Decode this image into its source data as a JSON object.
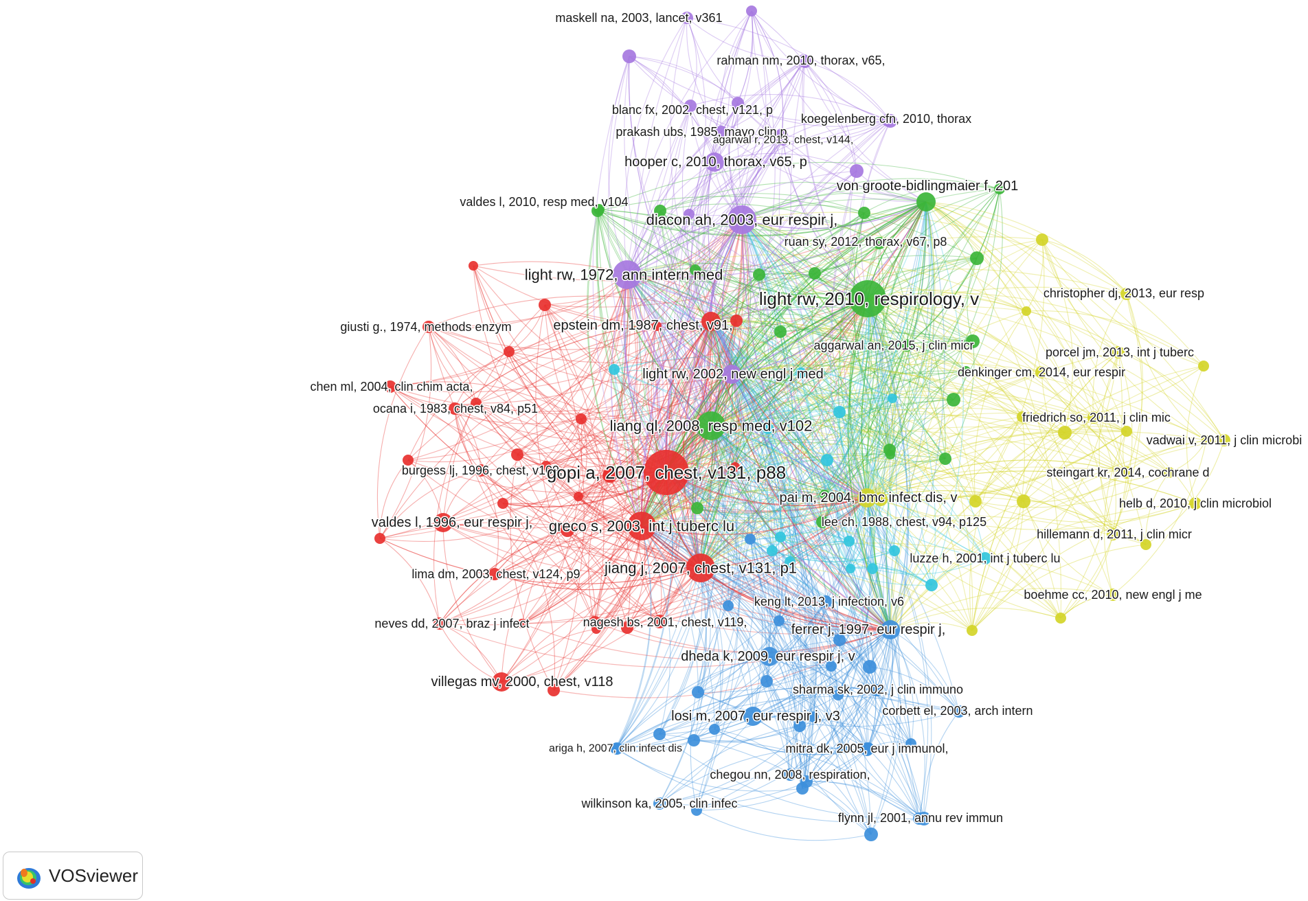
{
  "brand": {
    "name": "VOSviewer",
    "logo_icon": "vosviewer-heatmap-logo-icon"
  },
  "clusters": {
    "red": "#e8312f",
    "green": "#3cb539",
    "blue": "#3d8fdb",
    "yellow": "#d4d529",
    "purple": "#a678e0",
    "cyan": "#33c5dd"
  },
  "nodes": [
    {
      "id": "maskell",
      "label": "maskell na, 2003, lancet, v361",
      "cluster": "purple",
      "weight": 2
    },
    {
      "id": "rahman",
      "label": "rahman nm, 2010, thorax, v65,",
      "cluster": "purple",
      "weight": 2
    },
    {
      "id": "blanc",
      "label": "blanc fx, 2002, chest, v121, p",
      "cluster": "purple",
      "weight": 2
    },
    {
      "id": "koegelenberg",
      "label": "koegelenberg cfn, 2010, thorax",
      "cluster": "purple",
      "weight": 2
    },
    {
      "id": "prakash",
      "label": "prakash ubs, 1985, mayo clin p",
      "cluster": "purple",
      "weight": 2
    },
    {
      "id": "agarwal",
      "label": "agarwal r, 2013, chest, v144,",
      "cluster": "purple",
      "weight": 1
    },
    {
      "id": "hooper",
      "label": "hooper c, 2010, thorax, v65, p",
      "cluster": "purple",
      "weight": 3
    },
    {
      "id": "diacon",
      "label": "diacon ah, 2003, eur respir j,",
      "cluster": "purple",
      "weight": 5
    },
    {
      "id": "lightrw1972",
      "label": "light rw, 1972, ann intern med",
      "cluster": "purple",
      "weight": 5
    },
    {
      "id": "lightrw2002",
      "label": "light rw, 2002, new engl j med",
      "cluster": "purple",
      "weight": 3
    },
    {
      "id": "vongroote",
      "label": "von groote-bidlingmaier f, 201",
      "cluster": "green",
      "weight": 3
    },
    {
      "id": "ruan",
      "label": "ruan sy, 2012, thorax, v67, p8",
      "cluster": "green",
      "weight": 2
    },
    {
      "id": "lightrw2010",
      "label": "light rw, 2010, respirology, v",
      "cluster": "green",
      "weight": 6
    },
    {
      "id": "aggarwal",
      "label": "aggarwal an, 2015, j clin micr",
      "cluster": "green",
      "weight": 2
    },
    {
      "id": "liangql",
      "label": "liang ql, 2008, resp med, v102",
      "cluster": "green",
      "weight": 5
    },
    {
      "id": "valdes2010",
      "label": "valdes l, 2010, resp med, v104",
      "cluster": "green",
      "weight": 2
    },
    {
      "id": "leech",
      "label": "lee ch, 1988, chest, v94, p125",
      "cluster": "green",
      "weight": 2
    },
    {
      "id": "giusti",
      "label": "giusti g., 1974, methods enzym",
      "cluster": "red",
      "weight": 2
    },
    {
      "id": "epstein",
      "label": "epstein dm, 1987, chest, v91,",
      "cluster": "red",
      "weight": 3
    },
    {
      "id": "chenml",
      "label": "chen ml, 2004, clin chim acta,",
      "cluster": "red",
      "weight": 2
    },
    {
      "id": "ocana",
      "label": "ocana i, 1983, chest, v84, p51",
      "cluster": "red",
      "weight": 2
    },
    {
      "id": "burgess",
      "label": "burgess lj, 1996, chest, v109,",
      "cluster": "red",
      "weight": 2
    },
    {
      "id": "gopi",
      "label": "gopi a, 2007, chest, v131, p88",
      "cluster": "red",
      "weight": 7
    },
    {
      "id": "valdes1996",
      "label": "valdes l, 1996, eur respir j,",
      "cluster": "red",
      "weight": 3
    },
    {
      "id": "greco",
      "label": "greco s, 2003, int j tuberc lu",
      "cluster": "red",
      "weight": 5
    },
    {
      "id": "limadm",
      "label": "lima dm, 2003, chest, v124, p9",
      "cluster": "red",
      "weight": 2
    },
    {
      "id": "jiang",
      "label": "jiang j, 2007, chest, v131, p1",
      "cluster": "red",
      "weight": 5
    },
    {
      "id": "neves",
      "label": "neves dd, 2007, braz j infect",
      "cluster": "red",
      "weight": 2
    },
    {
      "id": "nagesh",
      "label": "nagesh bs, 2001, chest, v119,",
      "cluster": "red",
      "weight": 2
    },
    {
      "id": "villegas",
      "label": "villegas mv, 2000, chest, v118",
      "cluster": "red",
      "weight": 3
    },
    {
      "id": "christopher",
      "label": "christopher dj, 2013, eur resp",
      "cluster": "yellow",
      "weight": 2
    },
    {
      "id": "porcel",
      "label": "porcel jm, 2013, int j tuberc",
      "cluster": "yellow",
      "weight": 2
    },
    {
      "id": "denkinger",
      "label": "denkinger cm, 2014, eur respir",
      "cluster": "yellow",
      "weight": 2
    },
    {
      "id": "friedrich",
      "label": "friedrich so, 2011, j clin mic",
      "cluster": "yellow",
      "weight": 2
    },
    {
      "id": "vadwai",
      "label": "vadwai v, 2011, j clin microbi",
      "cluster": "yellow",
      "weight": 2
    },
    {
      "id": "steingart",
      "label": "steingart kr, 2014, cochrane d",
      "cluster": "yellow",
      "weight": 2
    },
    {
      "id": "paim",
      "label": "pai m, 2004, bmc infect dis, v",
      "cluster": "yellow",
      "weight": 3
    },
    {
      "id": "helb",
      "label": "helb d, 2010, j clin microbiol",
      "cluster": "yellow",
      "weight": 2
    },
    {
      "id": "hillemann",
      "label": "hillemann d, 2011, j clin micr",
      "cluster": "yellow",
      "weight": 2
    },
    {
      "id": "boehme",
      "label": "boehme cc, 2010, new engl j me",
      "cluster": "yellow",
      "weight": 2
    },
    {
      "id": "luzze",
      "label": "luzze h, 2001, int j tuberc lu",
      "cluster": "cyan",
      "weight": 2
    },
    {
      "id": "kenglt",
      "label": "keng lt, 2013, j infection, v6",
      "cluster": "blue",
      "weight": 2
    },
    {
      "id": "ferrer",
      "label": "ferrer j, 1997, eur respir j,",
      "cluster": "blue",
      "weight": 3
    },
    {
      "id": "dheda",
      "label": "dheda k, 2009, eur respir j, v",
      "cluster": "blue",
      "weight": 3
    },
    {
      "id": "sharma",
      "label": "sharma sk, 2002, j clin immuno",
      "cluster": "blue",
      "weight": 2
    },
    {
      "id": "losi",
      "label": "losi m, 2007, eur respir j, v3",
      "cluster": "blue",
      "weight": 3
    },
    {
      "id": "corbett",
      "label": "corbett el, 2003, arch intern",
      "cluster": "blue",
      "weight": 2
    },
    {
      "id": "ariga",
      "label": "ariga h, 2007, clin infect dis",
      "cluster": "blue",
      "weight": 1
    },
    {
      "id": "mitra",
      "label": "mitra dk, 2005, eur j immunol,",
      "cluster": "blue",
      "weight": 2
    },
    {
      "id": "chegou",
      "label": "chegou nn, 2008, respiration,",
      "cluster": "blue",
      "weight": 2
    },
    {
      "id": "wilkinson",
      "label": "wilkinson ka, 2005, clin infec",
      "cluster": "blue",
      "weight": 2
    },
    {
      "id": "flynn",
      "label": "flynn jl, 2001, annu rev immun",
      "cluster": "blue",
      "weight": 2
    }
  ]
}
